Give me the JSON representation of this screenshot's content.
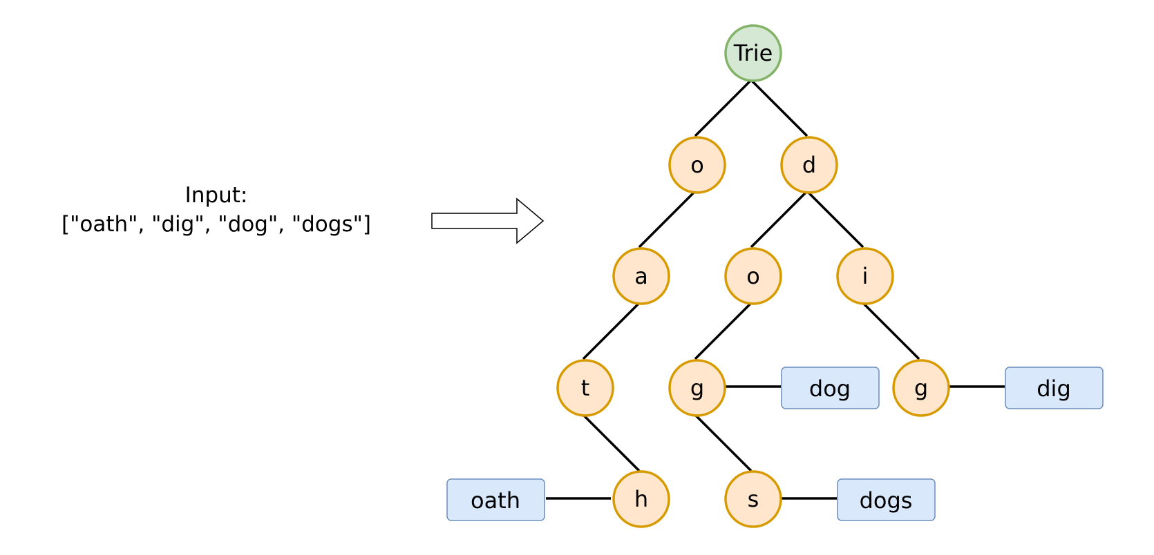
{
  "input": {
    "heading": "Input:",
    "words_text": "[\"oath\", \"dig\", \"dog\", \"dogs\"]"
  },
  "trie": {
    "root": "Trie",
    "nodes": {
      "o1": "o",
      "d": "d",
      "a": "a",
      "o2": "o",
      "i": "i",
      "t": "t",
      "g1": "g",
      "g2": "g",
      "h": "h",
      "s": "s"
    },
    "words": {
      "oath": "oath",
      "dog": "dog",
      "dig": "dig",
      "dogs": "dogs"
    }
  },
  "colors": {
    "root_fill": "#d5e8d4",
    "root_stroke": "#82b366",
    "node_fill": "#ffe6cc",
    "node_stroke": "#d79b00",
    "word_fill": "#dae8fc",
    "word_stroke": "#6c8ebf",
    "edge": "#000000"
  }
}
